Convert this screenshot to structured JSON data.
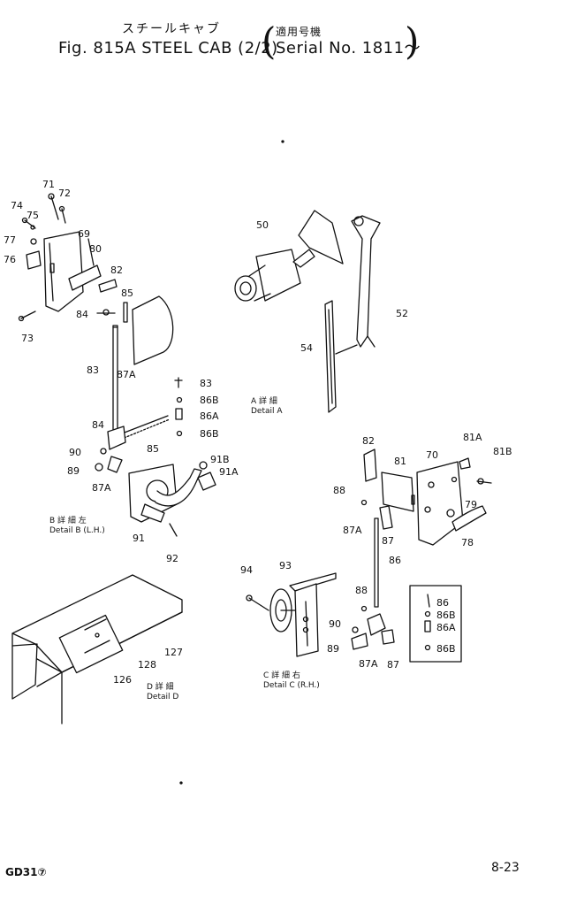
{
  "header": {
    "title_jp": "スチールキャブ",
    "title_en": "Fig. 815A STEEL CAB (2/2)",
    "serial_jp": "適用号機",
    "serial_en": "Serial No. 1811～"
  },
  "details": {
    "a": {
      "jp": "A 詳 細",
      "en": "Detail A"
    },
    "b": {
      "jp": "B 詳 細 左",
      "en": "Detail B (L.H.)"
    },
    "c": {
      "jp": "C 詳 細 右",
      "en": "Detail C (R.H.)"
    },
    "d": {
      "jp": "D 詳 細",
      "en": "Detail D"
    }
  },
  "parts": {
    "p71": "71",
    "p72": "72",
    "p74": "74",
    "p75": "75",
    "p77": "77",
    "p76": "76",
    "p69": "69",
    "p80": "80",
    "p82a": "82",
    "p85a": "85",
    "p84a": "84",
    "p73": "73",
    "p83a": "83",
    "p87a": "87A",
    "p83b": "83",
    "p86b": "86B",
    "p86a": "86A",
    "p86b2": "86B",
    "p84b": "84",
    "p90a": "90",
    "p85b": "85",
    "p89a": "89",
    "p87a2": "87A",
    "p91b": "91B",
    "p91a": "91A",
    "p91": "91",
    "p92": "92",
    "p50": "50",
    "p52": "52",
    "p54": "54",
    "p82c": "82",
    "p81": "81",
    "p70": "70",
    "p81a": "81A",
    "p81b": "81B",
    "p88a": "88",
    "p79": "79",
    "p87a3": "87A",
    "p87b": "87",
    "p78": "78",
    "p86c": "86",
    "p94": "94",
    "p93": "93",
    "p88b": "88",
    "p90b": "90",
    "p89b": "89",
    "p87a4": "87A",
    "p87c": "87",
    "p86d": "86",
    "p86b3": "86B",
    "p86a2": "86A",
    "p86b4": "86B",
    "p127": "127",
    "p128": "128",
    "p126": "126"
  },
  "footer": {
    "code": "GD31⑦",
    "page": "8-23"
  }
}
